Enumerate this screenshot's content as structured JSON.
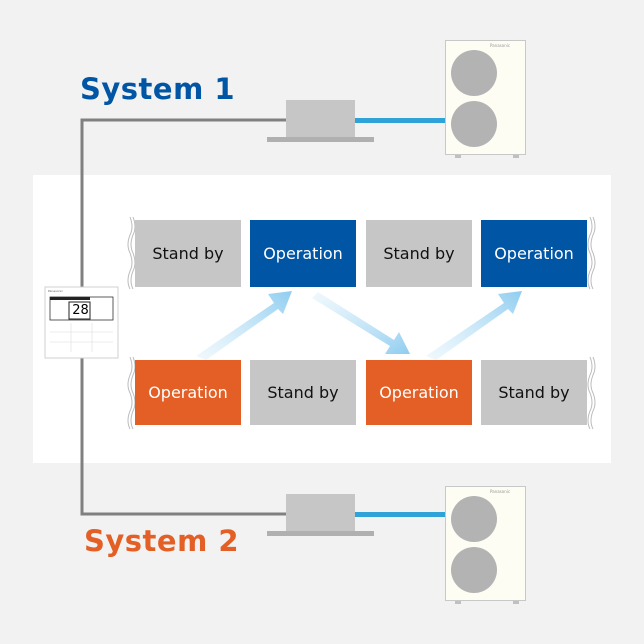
{
  "systems": [
    {
      "label": "System 1",
      "color": "#0055a5"
    },
    {
      "label": "System 2",
      "color": "#e35f25"
    }
  ],
  "brand": "Panasonic",
  "remote": {
    "temperature": "28"
  },
  "timeline": {
    "system1": [
      "Stand by",
      "Operation",
      "Stand by",
      "Operation"
    ],
    "system2": [
      "Operation",
      "Stand by",
      "Operation",
      "Stand by"
    ]
  },
  "colors": {
    "standby": "#c6c6c6",
    "operation1": "#0055a5",
    "operation2": "#e35f25",
    "pipe": "#2fa3d8",
    "wire": "#808080"
  }
}
